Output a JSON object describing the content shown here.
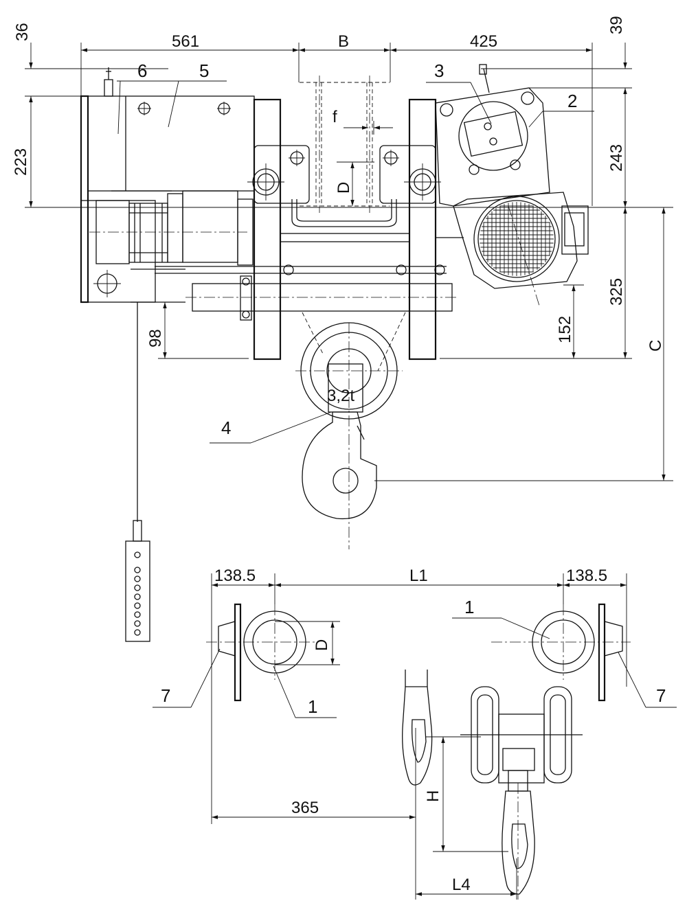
{
  "drawing": {
    "dimensions": {
      "d561": "561",
      "dB": "B",
      "d425": "425",
      "d36": "36",
      "d39": "39",
      "d223": "223",
      "d243": "243",
      "d325": "325",
      "d152": "152",
      "d98": "98",
      "dC": "C",
      "df": "f",
      "dD": "D",
      "d138a": "138.5",
      "d138b": "138.5",
      "dL1": "L1",
      "dD2": "D",
      "d365": "365",
      "dH": "H",
      "dL4": "L4"
    },
    "callouts": {
      "c1a": "1",
      "c1b": "1",
      "c2": "2",
      "c3": "3",
      "c4": "4",
      "c5": "5",
      "c6": "6",
      "c7a": "7",
      "c7b": "7"
    },
    "hook_capacity": "3,2t"
  }
}
